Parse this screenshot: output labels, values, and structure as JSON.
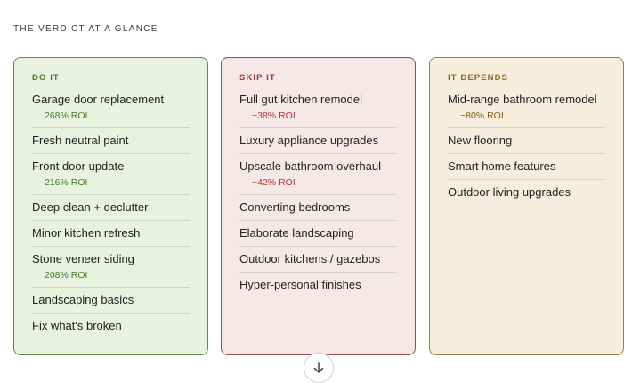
{
  "heading": "THE VERDICT AT A GLANCE",
  "cards": [
    {
      "title": "DO IT",
      "items": [
        {
          "label": "Garage door replacement",
          "roi": "268% ROI"
        },
        {
          "label": "Fresh neutral paint"
        },
        {
          "label": "Front door update",
          "roi": "216% ROI"
        },
        {
          "label": "Deep clean + declutter"
        },
        {
          "label": "Minor kitchen refresh"
        },
        {
          "label": "Stone veneer siding",
          "roi": "208% ROI"
        },
        {
          "label": "Landscaping basics"
        },
        {
          "label": "Fix what's broken"
        }
      ]
    },
    {
      "title": "SKIP IT",
      "items": [
        {
          "label": "Full gut kitchen remodel",
          "roi": "~38% ROI"
        },
        {
          "label": "Luxury appliance upgrades"
        },
        {
          "label": "Upscale bathroom overhaul",
          "roi": "~42% ROI"
        },
        {
          "label": "Converting bedrooms"
        },
        {
          "label": "Elaborate landscaping"
        },
        {
          "label": "Outdoor kitchens / gazebos"
        },
        {
          "label": "Hyper-personal finishes"
        }
      ]
    },
    {
      "title": "IT DEPENDS",
      "items": [
        {
          "label": "Mid-range bathroom remodel",
          "roi": "~80% ROI"
        },
        {
          "label": "New flooring"
        },
        {
          "label": "Smart home features"
        },
        {
          "label": "Outdoor living upgrades"
        }
      ]
    }
  ],
  "colors": {
    "do_accent": "#4a7a2c",
    "skip_accent": "#b3363e",
    "depends_accent": "#8a5a17"
  },
  "scroll_icon": "arrow-down-icon"
}
